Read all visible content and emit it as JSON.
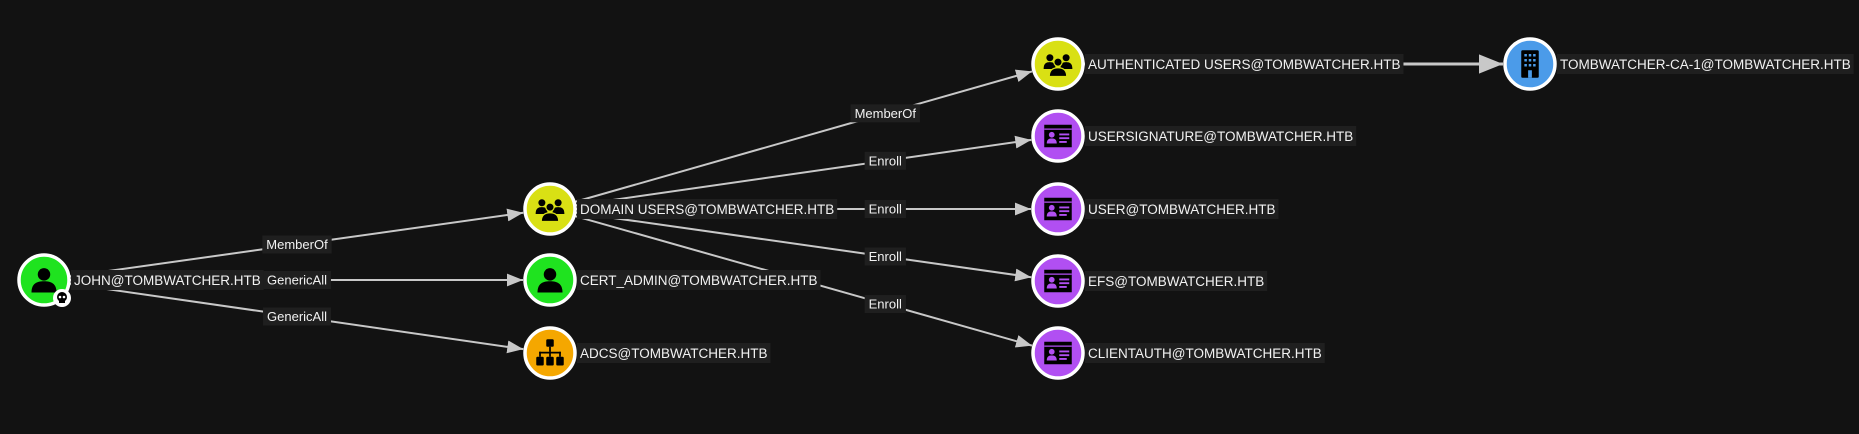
{
  "colors": {
    "background": "#121212",
    "edge": "#c8c8c8",
    "label_bg": "#1f1f1f",
    "label_text": "#f2f2f2",
    "user": "#1fe31f",
    "group": "#d9e014",
    "cert_template": "#b14ff2",
    "container": "#f5a700",
    "enterprise_ca": "#4b9be9"
  },
  "nodes": [
    {
      "id": "john",
      "label": "JOHN@TOMBWATCHER.HTB",
      "kind": "user",
      "icon": "user-icon",
      "badge": "skull-icon"
    },
    {
      "id": "domain_users",
      "label": "DOMAIN USERS@TOMBWATCHER.HTB",
      "kind": "group",
      "icon": "group-icon"
    },
    {
      "id": "cert_admin",
      "label": "CERT_ADMIN@TOMBWATCHER.HTB",
      "kind": "user",
      "icon": "user-icon"
    },
    {
      "id": "adcs",
      "label": "ADCS@TOMBWATCHER.HTB",
      "kind": "container",
      "icon": "org-chart-icon"
    },
    {
      "id": "auth_users",
      "label": "AUTHENTICATED USERS@TOMBWATCHER.HTB",
      "kind": "group",
      "icon": "group-icon"
    },
    {
      "id": "usersignature",
      "label": "USERSIGNATURE@TOMBWATCHER.HTB",
      "kind": "cert_template",
      "icon": "id-card-icon"
    },
    {
      "id": "user",
      "label": "USER@TOMBWATCHER.HTB",
      "kind": "cert_template",
      "icon": "id-card-icon"
    },
    {
      "id": "efs",
      "label": "EFS@TOMBWATCHER.HTB",
      "kind": "cert_template",
      "icon": "id-card-icon"
    },
    {
      "id": "clientauth",
      "label": "CLIENTAUTH@TOMBWATCHER.HTB",
      "kind": "cert_template",
      "icon": "id-card-icon"
    },
    {
      "id": "ca1",
      "label": "TOMBWATCHER-CA-1@TOMBWATCHER.HTB",
      "kind": "enterprise_ca",
      "icon": "building-icon"
    }
  ],
  "edges": [
    {
      "from": "john",
      "to": "domain_users",
      "label": "MemberOf"
    },
    {
      "from": "john",
      "to": "cert_admin",
      "label": "GenericAll"
    },
    {
      "from": "john",
      "to": "adcs",
      "label": "GenericAll"
    },
    {
      "from": "domain_users",
      "to": "auth_users",
      "label": "MemberOf"
    },
    {
      "from": "domain_users",
      "to": "usersignature",
      "label": "Enroll"
    },
    {
      "from": "domain_users",
      "to": "user",
      "label": "Enroll"
    },
    {
      "from": "domain_users",
      "to": "efs",
      "label": "Enroll"
    },
    {
      "from": "domain_users",
      "to": "clientauth",
      "label": "Enroll"
    },
    {
      "from": "auth_users",
      "to": "ca1",
      "label": ""
    }
  ]
}
